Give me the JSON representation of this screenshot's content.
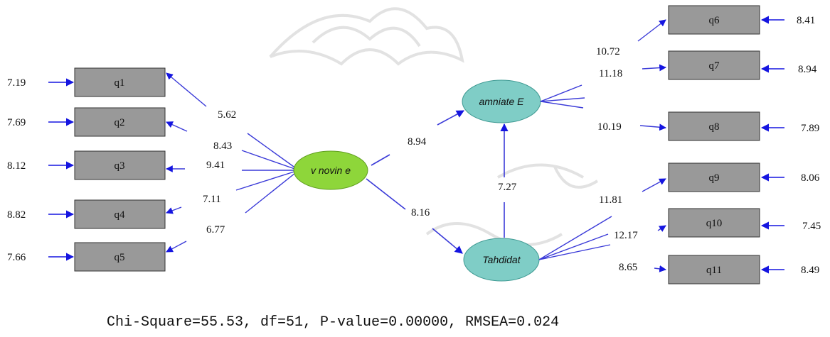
{
  "colors": {
    "box_fill": "#999999",
    "box_stroke": "#333333",
    "arrow": "#1515e0",
    "path_line": "#3a3ad8",
    "latent_green": "#8ed63a",
    "latent_teal": "#7fcdc6",
    "watermark": "#dcdcdc"
  },
  "latents": {
    "v_novin_e": "v novin e",
    "amniate_e": "amniate E",
    "tahdidat": "Tahdidat"
  },
  "observed": {
    "q1": "q1",
    "q2": "q2",
    "q3": "q3",
    "q4": "q4",
    "q5": "q5",
    "q6": "q6",
    "q7": "q7",
    "q8": "q8",
    "q9": "q9",
    "q10": "q10",
    "q11": "q11"
  },
  "error_variances": {
    "q1": "7.19",
    "q2": "7.69",
    "q3": "8.12",
    "q4": "8.82",
    "q5": "7.66",
    "q6": "8.41",
    "q7": "8.94",
    "q8": "7.89",
    "q9": "8.06",
    "q10": "7.45",
    "q11": "8.49"
  },
  "loadings": {
    "q1": "5.62",
    "q2": "8.43",
    "q3": "9.41",
    "q4": "7.11",
    "q5": "6.77",
    "q6": "10.72",
    "q7": "11.18",
    "q8": "10.19",
    "q9": "11.81",
    "q10": "12.17",
    "q11": "8.65"
  },
  "paths": {
    "v_to_amniate": "8.94",
    "v_to_tahdidat": "8.16",
    "tahdidat_to_amniate": "7.27"
  },
  "fit_statistics": "Chi-Square=55.53, df=51, P-value=0.00000, RMSEA=0.024"
}
